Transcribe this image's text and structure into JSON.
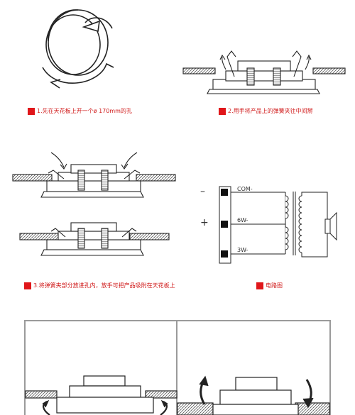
{
  "steps": [
    {
      "label": "1.先在天花板上开一个ø 170mm的孔"
    },
    {
      "label": "2.用手将产品上的弹簧夹往中间掰"
    },
    {
      "label": "3.将弹簧夹部分放进孔内，放手可把产品吸附在天花板上"
    },
    {
      "label": "电路图"
    }
  ],
  "circuit": {
    "polarity_minus": "–",
    "polarity_plus": "+",
    "taps": [
      "COM-",
      "6W-",
      "3W-"
    ]
  },
  "colors": {
    "accent": "#e0161a",
    "line": "#222222",
    "panel_border": "#9a9a9a"
  }
}
